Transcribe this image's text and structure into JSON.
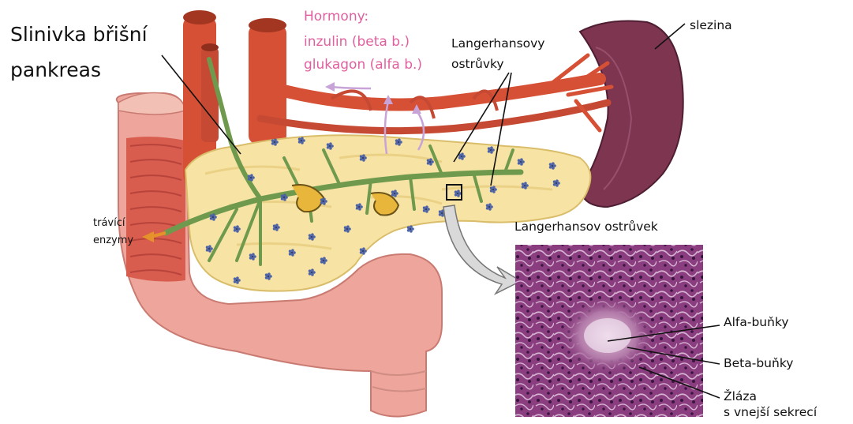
{
  "title": {
    "line1": "Slinivka břišní",
    "line2": "pankreas"
  },
  "hormones": {
    "heading": "Hormony:",
    "insulin": "inzulin (beta b.)",
    "glucagon": "glukagon (alfa b.)"
  },
  "islets": {
    "line1": "Langerhansovy",
    "line2": "ostrůvky"
  },
  "spleen": "slezina",
  "enzymes": {
    "line1": "trávící",
    "line2": "enzymy"
  },
  "micro": {
    "heading": "Langerhansov ostrůvek",
    "alpha": "Alfa-buňky",
    "beta": "Beta-buňky",
    "gland1": "Žláza",
    "gland2": "s vnejší sekrecí"
  },
  "colors": {
    "pancreas": "#f7e4a4",
    "duodenum": "#eea59c",
    "vessels": "#d65035",
    "spleen": "#7d3550",
    "duct": "#6f9a4e",
    "tissue": "#8a3e7f",
    "hormone_text": "#e0609f"
  }
}
